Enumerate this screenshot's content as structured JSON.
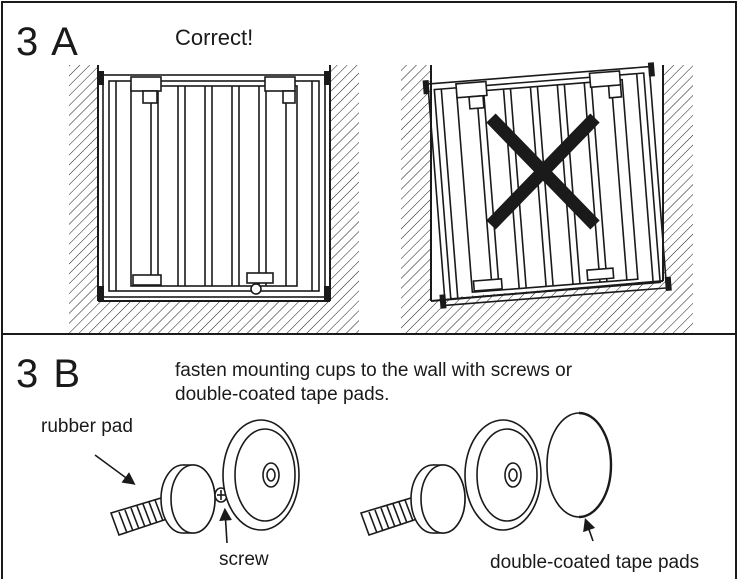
{
  "panel_a": {
    "step_label": "3 A",
    "correct_label": "Correct!"
  },
  "panel_b": {
    "step_label": "3 B",
    "instruction_line1": "fasten mounting cups to the wall with screws or",
    "instruction_line2": "double-coated tape pads.",
    "rubber_pad_label": "rubber pad",
    "screw_label": "screw",
    "tape_pads_label": "double-coated tape pads"
  }
}
